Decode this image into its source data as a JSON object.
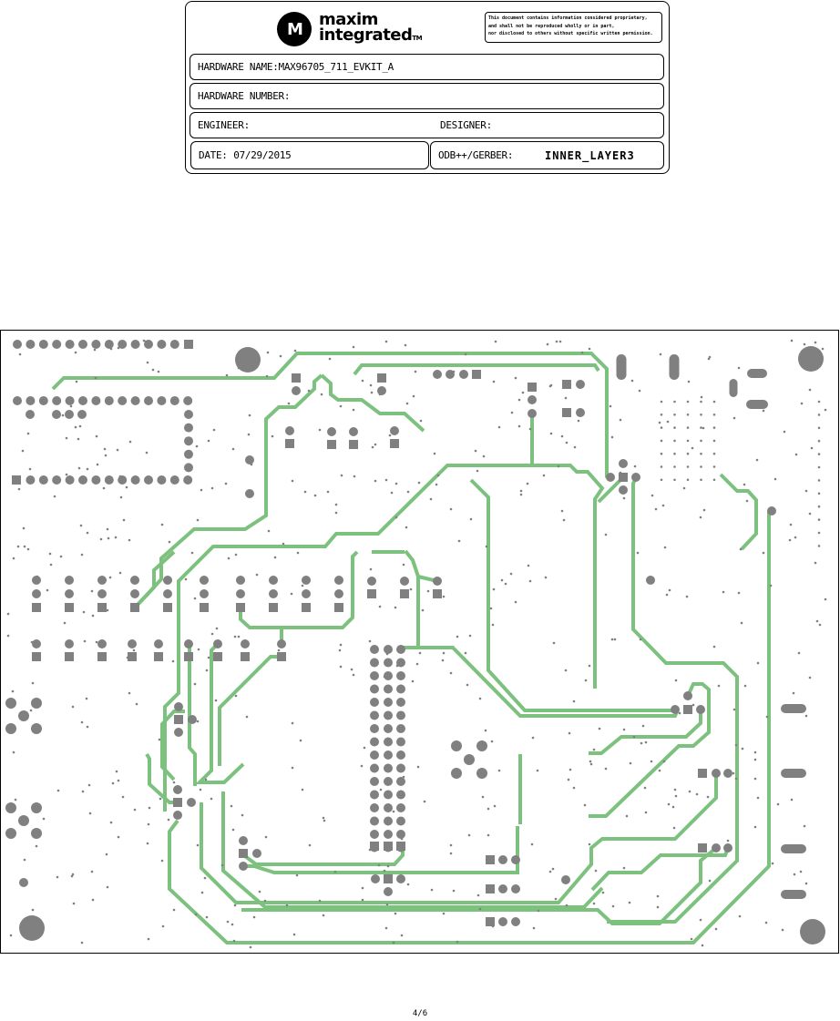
{
  "title_block": {
    "logo": {
      "icon": "maxim-logo-mark",
      "mark": "M",
      "line1": "maxim",
      "line2": "integrated",
      "tm": "TM"
    },
    "notice_lines": [
      "This document contains information considered proprietary,",
      "and shall not be reproduced wholly or in part,",
      "nor disclosed to others without specific written permission."
    ],
    "hardware_name_label": "HARDWARE NAME:",
    "hardware_name_value": "MAX96705_711_EVKIT_A",
    "hardware_number_label": "HARDWARE NUMBER:",
    "hardware_number_value": "",
    "engineer_label": "ENGINEER:",
    "engineer_value": "",
    "designer_label": "DESIGNER:",
    "designer_value": "",
    "date_label": "DATE:",
    "date_value": "07/29/2015",
    "gerber_label": "ODB++/GERBER:",
    "gerber_value": "INNER_LAYER3"
  },
  "board": {
    "layer": "INNER_LAYER3",
    "colors": {
      "trace": "#7dc17f",
      "pad": "#808080",
      "outline": "#000000",
      "background": "#ffffff"
    }
  },
  "page": {
    "number": "4/6"
  }
}
